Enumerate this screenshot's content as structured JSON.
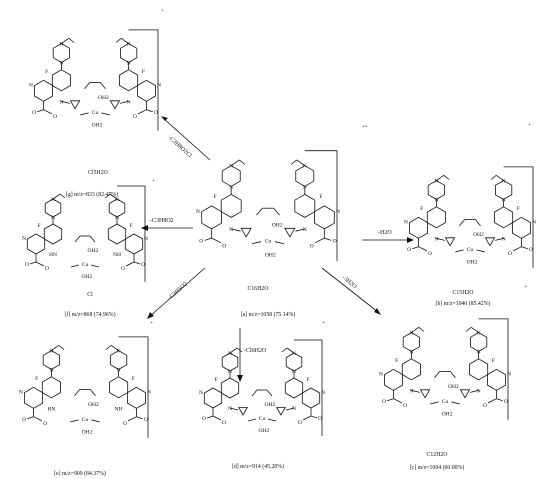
{
  "molecules": [
    {
      "id": "a",
      "formula": "C16H2O",
      "caption": "[a] m/z=1058 (75.14%)",
      "charge": "+•"
    },
    {
      "id": "b",
      "formula": "C15H2O",
      "caption": "[b] m/z=1040 (85.42%)",
      "charge": "+"
    },
    {
      "id": "c",
      "formula": "C12H2O",
      "caption": "[c] m/z=1004 (60.00%)",
      "charge": "+"
    },
    {
      "id": "d",
      "formula": "",
      "caption": "[d] m/z=914 (45.20%)",
      "charge": "+"
    },
    {
      "id": "e",
      "formula": "",
      "caption": "[e] m/z=909 (84.37%)",
      "charge": "+"
    },
    {
      "id": "f",
      "formula": "Cl",
      "caption": "[f] m/z=868 (74.96%)",
      "charge": "+"
    },
    {
      "id": "g",
      "formula": "Cl5H2O",
      "caption": "[g] m/z=833 (82.47%)",
      "charge": "+"
    }
  ],
  "arrows": [
    {
      "id": "a-g",
      "label": "-C3H8O2Cl"
    },
    {
      "id": "a-f",
      "label": "-C3H8O2"
    },
    {
      "id": "a-b",
      "label": "-H2O"
    },
    {
      "id": "a-c",
      "label": "-3H2O"
    },
    {
      "id": "a-d",
      "label": "-Cl6H2O"
    },
    {
      "id": "a-e",
      "label": "-C3H5O2"
    }
  ],
  "atoms": {
    "oh2": "OH2",
    "cu": "Cu",
    "f": "F",
    "n": "N",
    "nh": "NH",
    "hn": "HN",
    "o": "O"
  }
}
